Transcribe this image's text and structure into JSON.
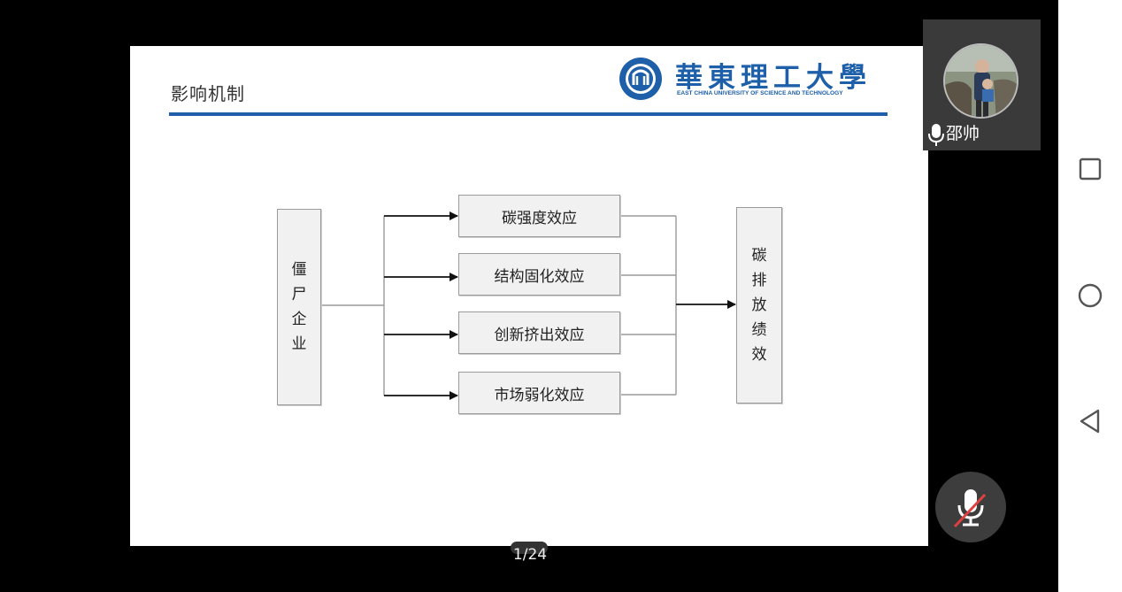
{
  "slide": {
    "title": "影响机制",
    "logo_cn": "華東理工大學",
    "logo_en": "EAST CHINA UNIVERSITY OF SCIENCE AND TECHNOLOGY"
  },
  "diagram": {
    "source": [
      "僵",
      "尸",
      "企",
      "业"
    ],
    "effects": [
      "碳强度效应",
      "结构固化效应",
      "创新挤出效应",
      "市场弱化效应"
    ],
    "target": [
      "碳",
      "排",
      "放",
      "绩",
      "效"
    ]
  },
  "participant": {
    "name": "邵帅"
  },
  "pager": {
    "current": "1",
    "total": "24",
    "label": "1/24"
  },
  "colors": {
    "accent_blue": "#1d5fa8",
    "box_fill": "#f1f1f1",
    "box_border": "#9a9a9a"
  },
  "icons": [
    "mic-icon",
    "mic-muted-icon",
    "square-nav-icon",
    "circle-nav-icon",
    "triangle-back-icon"
  ]
}
